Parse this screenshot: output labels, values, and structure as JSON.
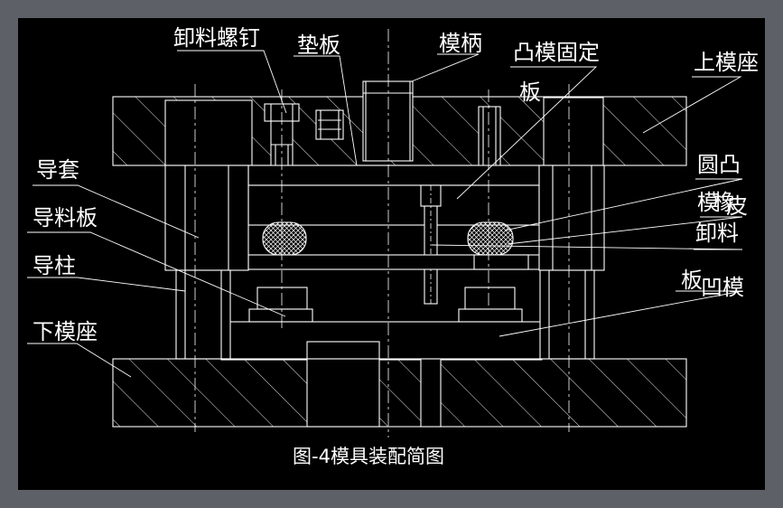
{
  "caption": "图-4模具装配简图",
  "labels": {
    "xieliao_screw": "卸料螺钉",
    "dianban": "垫板",
    "mobing": "模柄",
    "tumo_gudingban_1": "凸模固定",
    "tumo_gudingban_2": "板",
    "shang_mozuo": "上模座",
    "daotao": "导套",
    "yuantu_1": "圆凸",
    "yuantu_2": "模",
    "xiangjiao_1": "橡",
    "xiangjiao_2": "皮",
    "xieliao_1": "卸料",
    "xieliao_2": "板",
    "daoliaoban": "导料板",
    "aomo": "凹模",
    "daozhu": "导柱",
    "xia_mozuo": "下模座"
  },
  "colors": {
    "frame": "#5d6066",
    "background": "#000000",
    "line": "#ffffff",
    "rubber_fill": "#c9c9c9"
  }
}
